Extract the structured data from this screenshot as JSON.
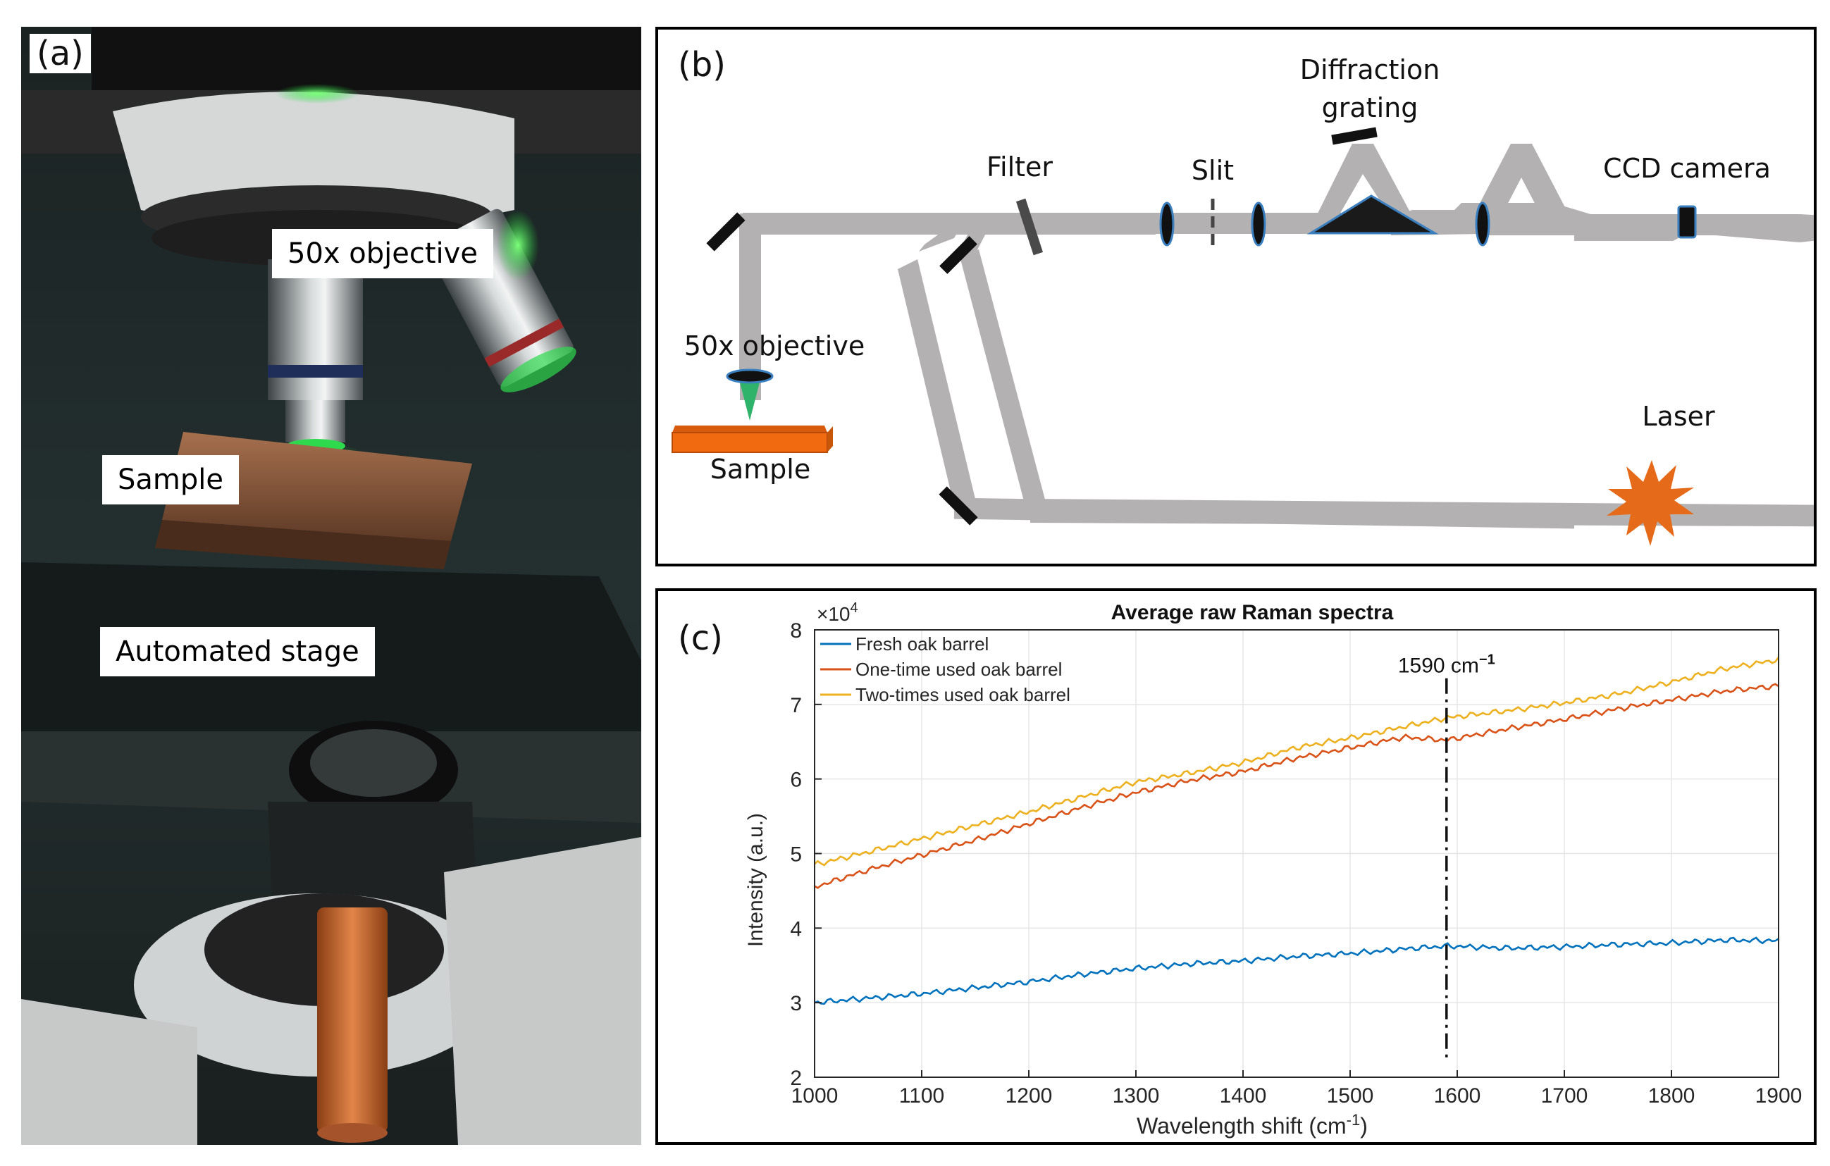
{
  "panel_a": {
    "label": "(a)",
    "captions": {
      "objective": "50x objective",
      "sample": "Sample",
      "stage": "Automated stage"
    }
  },
  "panel_b": {
    "label": "(b)",
    "labels": {
      "grating_line1": "Diffraction",
      "grating_line2": "grating",
      "filter": "Filter",
      "slit": "Slit",
      "ccd": "CCD camera",
      "objective": "50x objective",
      "sample": "Sample",
      "laser": "Laser"
    },
    "colors": {
      "beam": "#b3b1b1",
      "sample": "#f26a10",
      "laser": "#e56a1a",
      "lens_edge": "#3a7fc0"
    }
  },
  "panel_c": {
    "label": "(c)"
  },
  "chart_data": {
    "type": "line",
    "title": "Average raw Raman spectra",
    "xlabel": "Wavelength shift (cm",
    "xlabel_sup": "-1",
    "xlabel_end": ")",
    "ylabel": "Intensity (a.u.)",
    "y_exponent_base": "×10",
    "y_exponent": "4",
    "xlim": [
      1000,
      1900
    ],
    "ylim": [
      2,
      8
    ],
    "xticks": [
      1000,
      1100,
      1200,
      1300,
      1400,
      1500,
      1600,
      1700,
      1800,
      1900
    ],
    "yticks": [
      2,
      3,
      4,
      5,
      6,
      7,
      8
    ],
    "grid": true,
    "legend_position": "top-left",
    "annotation": {
      "x": 1590,
      "text": "1590 cm",
      "sup": "−1"
    },
    "series": [
      {
        "name": "Fresh oak barrel",
        "color": "#0072bd",
        "x": [
          1000,
          1050,
          1100,
          1150,
          1200,
          1250,
          1300,
          1350,
          1400,
          1450,
          1500,
          1550,
          1590,
          1650,
          1700,
          1750,
          1800,
          1850,
          1900
        ],
        "y": [
          3.0,
          3.06,
          3.12,
          3.2,
          3.28,
          3.38,
          3.46,
          3.52,
          3.56,
          3.62,
          3.66,
          3.72,
          3.76,
          3.73,
          3.75,
          3.78,
          3.8,
          3.84,
          3.83
        ]
      },
      {
        "name": "One-time used oak barrel",
        "color": "#d95319",
        "x": [
          1000,
          1050,
          1100,
          1150,
          1200,
          1250,
          1300,
          1350,
          1400,
          1450,
          1500,
          1550,
          1590,
          1650,
          1700,
          1750,
          1800,
          1850,
          1900
        ],
        "y": [
          4.55,
          4.78,
          4.98,
          5.18,
          5.4,
          5.62,
          5.82,
          5.98,
          6.1,
          6.28,
          6.42,
          6.56,
          6.52,
          6.68,
          6.8,
          6.94,
          7.06,
          7.18,
          7.25
        ]
      },
      {
        "name": "Two-times used oak barrel",
        "color": "#edb120",
        "x": [
          1000,
          1050,
          1100,
          1150,
          1200,
          1250,
          1300,
          1350,
          1400,
          1450,
          1500,
          1550,
          1590,
          1650,
          1700,
          1750,
          1800,
          1850,
          1900
        ],
        "y": [
          4.85,
          5.02,
          5.2,
          5.38,
          5.56,
          5.76,
          5.96,
          6.08,
          6.22,
          6.42,
          6.55,
          6.7,
          6.82,
          6.92,
          7.02,
          7.14,
          7.3,
          7.48,
          7.6
        ]
      }
    ]
  }
}
